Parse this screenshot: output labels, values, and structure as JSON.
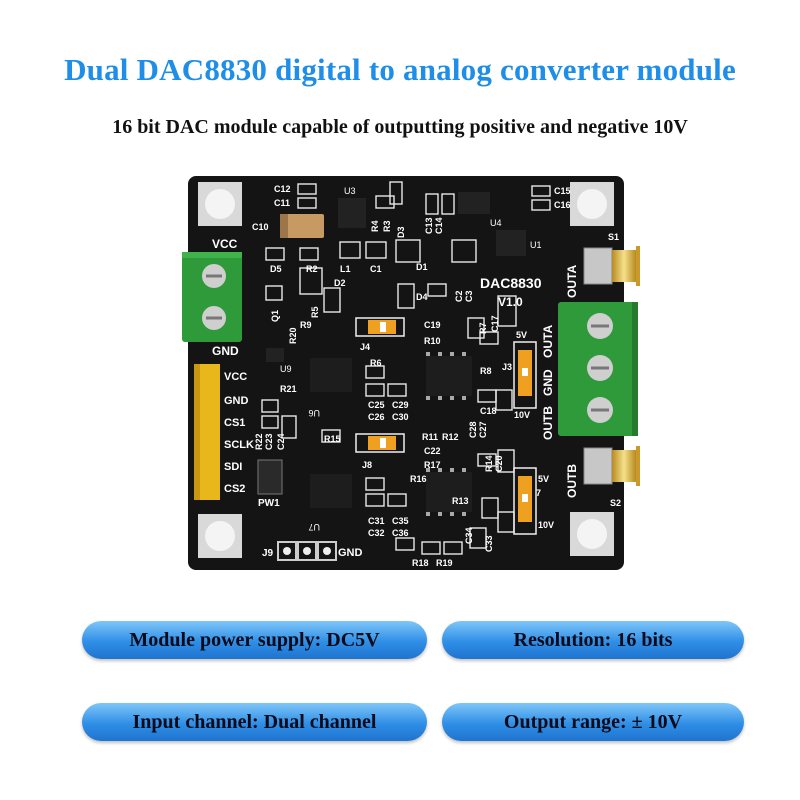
{
  "header": {
    "title": "Dual DAC8830 digital to analog converter module",
    "subtitle": "16 bit DAC module capable of outputting positive and negative 10V"
  },
  "board": {
    "name": "DAC8830",
    "version": "V1.0",
    "power_labels": {
      "vcc": "VCC",
      "gnd": "GND"
    },
    "header_pins": [
      "VCC",
      "GND",
      "CS1",
      "SCLK",
      "SDI",
      "CS2"
    ],
    "output_terminal_labels": [
      "OUTA",
      "GND",
      "OUTB"
    ],
    "sma_labels": {
      "top": "OUTA",
      "bottom": "OUTB",
      "s1": "S1",
      "s2": "S2"
    },
    "jumper_labels": {
      "j3_5v": "5V",
      "j3_10v": "10V",
      "j7_5v": "5V",
      "j7_10v": "10V",
      "j3": "J3",
      "j7": "7",
      "j4": "J4",
      "j8": "J8",
      "j9": "J9",
      "j9_gnd": "GND",
      "pw1": "PW1"
    },
    "chip_labels": {
      "u1": "U1",
      "u3": "U3",
      "u4": "U4",
      "u6": "U6",
      "u9": "U9",
      "u7": "U7"
    },
    "component_labels": {
      "c12": "C12",
      "c11": "C11",
      "c10": "C10",
      "c15": "C15",
      "c16": "C16",
      "r4": "R4",
      "r3": "R3",
      "d3": "D3",
      "c13": "C13",
      "c14": "C14",
      "d5": "D5",
      "r2": "R2",
      "l1": "L1",
      "c1": "C1",
      "d1": "D1",
      "d2": "D2",
      "d4": "D4",
      "c2": "C2",
      "c3": "C3",
      "q1": "Q1",
      "r5": "R5",
      "r20": "R20",
      "r9": "R9",
      "c19": "C19",
      "r10": "R10",
      "r7": "R7",
      "c17": "C17",
      "r21": "R21",
      "r6": "R6",
      "c25": "C25",
      "c26": "C26",
      "c29": "C29",
      "c30": "C30",
      "r8": "R8",
      "c18": "C18",
      "r22": "R22",
      "c23": "C23",
      "c24": "C24",
      "r15": "R15",
      "r11": "R11",
      "r12": "R12",
      "c22": "C22",
      "r17": "R17",
      "c28": "C28",
      "c27": "C27",
      "r14": "R14",
      "c20": "C20",
      "r16": "R16",
      "r13": "R13",
      "c31": "C31",
      "c35": "C35",
      "c32": "C32",
      "c36": "C36",
      "c34": "C34",
      "c33": "C33",
      "r18": "R18",
      "r19": "R19"
    }
  },
  "specs": [
    {
      "label": "Module power supply: DC5V"
    },
    {
      "label": "Resolution: 16 bits"
    },
    {
      "label": "Input channel: Dual channel"
    },
    {
      "label": "Output range: ± 10V"
    }
  ],
  "colors": {
    "title": "#1e8ee8",
    "pcb": "#141414",
    "terminal": "#2e9a3a",
    "header": "#e8b81a",
    "pill": "#2f8ee6"
  }
}
